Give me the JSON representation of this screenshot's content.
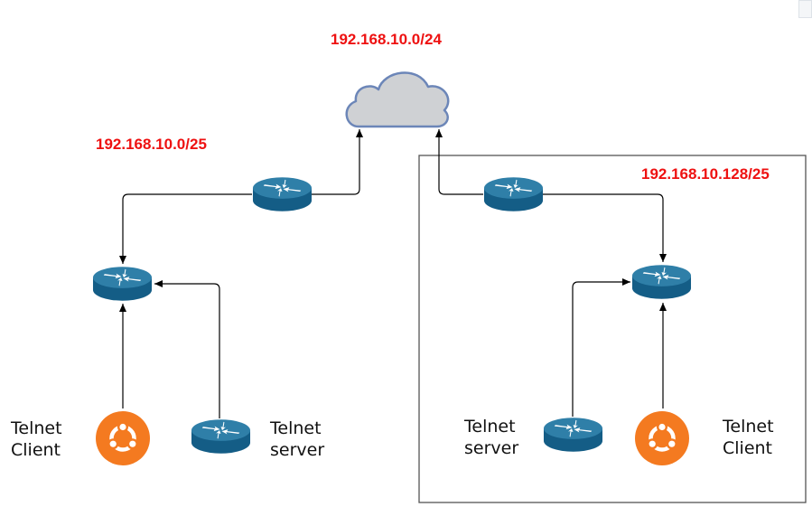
{
  "subnets": {
    "top": "192.168.10.0/24",
    "left": "192.168.10.0/25",
    "right": "192.168.10.128/25"
  },
  "left_site": {
    "client": {
      "line1": "Telnet",
      "line2": "Client"
    },
    "server": {
      "line1": "Telnet",
      "line2": "server"
    }
  },
  "right_site": {
    "server": {
      "line1": "Telnet",
      "line2": "server"
    },
    "client": {
      "line1": "Telnet",
      "line2": "Client"
    }
  },
  "icons": {
    "router": "router-icon",
    "cloud": "cloud-icon",
    "host": "ubuntu-icon"
  },
  "colors": {
    "router_top": "#2f7fa8",
    "router_side": "#145d86",
    "ubuntu": "#f47a20",
    "cloud_fill": "#cfd1d4",
    "cloud_stroke": "#6c86b8",
    "subnet_label": "#ee1111"
  }
}
